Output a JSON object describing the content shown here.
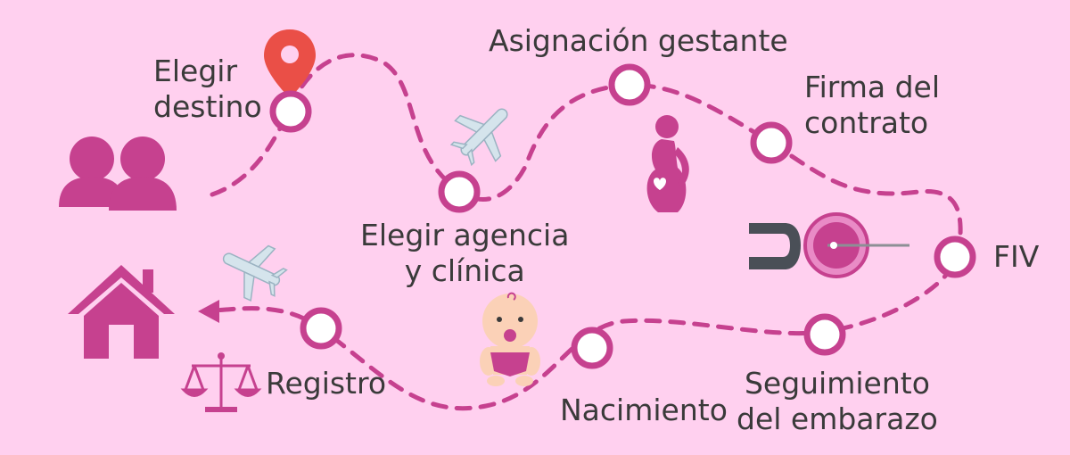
{
  "colors": {
    "background": "#ffd0ef",
    "accent": "#c6418f",
    "light_accent": "#e98bc6",
    "pin": "#ea4f47",
    "node_fill": "#ffffff",
    "text": "#3a3a3a",
    "plane": "#d5e4ec",
    "baby_skin": "#fbd1b7",
    "speculum": "#4a4f57"
  },
  "steps": [
    {
      "id": "elegir-destino",
      "lines": [
        "Elegir",
        "destino"
      ]
    },
    {
      "id": "elegir-agencia",
      "lines": [
        "Elegir agencia",
        "y clínica"
      ]
    },
    {
      "id": "asignacion-gestante",
      "lines": [
        "Asignación gestante"
      ]
    },
    {
      "id": "firma-contrato",
      "lines": [
        "Firma del",
        "contrato"
      ]
    },
    {
      "id": "fiv",
      "lines": [
        "FIV"
      ]
    },
    {
      "id": "seguimiento",
      "lines": [
        "Seguimiento",
        "del embarazo"
      ]
    },
    {
      "id": "nacimiento",
      "lines": [
        "Nacimiento"
      ]
    },
    {
      "id": "registro",
      "lines": [
        "Registro"
      ]
    }
  ],
  "icons": [
    "intended-parents-icon",
    "location-pin-icon",
    "airplane-icon",
    "pregnant-woman-icon",
    "ivf-injection-icon",
    "baby-icon",
    "scales-icon",
    "home-icon"
  ]
}
